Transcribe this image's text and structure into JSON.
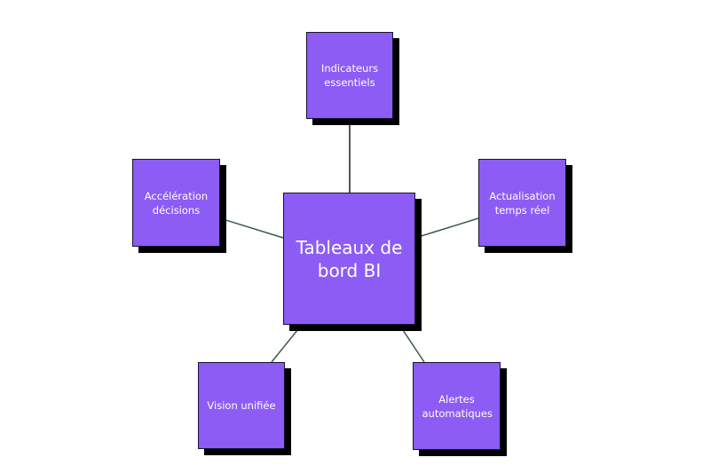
{
  "diagram": {
    "center": {
      "label": "Tableaux de bord BI"
    },
    "nodes": [
      {
        "id": "top",
        "label": "Indicateurs essentiels"
      },
      {
        "id": "left",
        "label": "Accélération décisions"
      },
      {
        "id": "right",
        "label": "Actualisation temps réel"
      },
      {
        "id": "bottom-left",
        "label": "Vision unifiée"
      },
      {
        "id": "bottom-right",
        "label": "Alertes automatiques"
      }
    ]
  },
  "colors": {
    "node_fill": "#8c5cf5",
    "node_border": "#1a1330",
    "node_shadow": "#000000",
    "connector_dark": "#1f1f1f",
    "connector_green": "#3d5a4a",
    "text": "#ffffff"
  }
}
